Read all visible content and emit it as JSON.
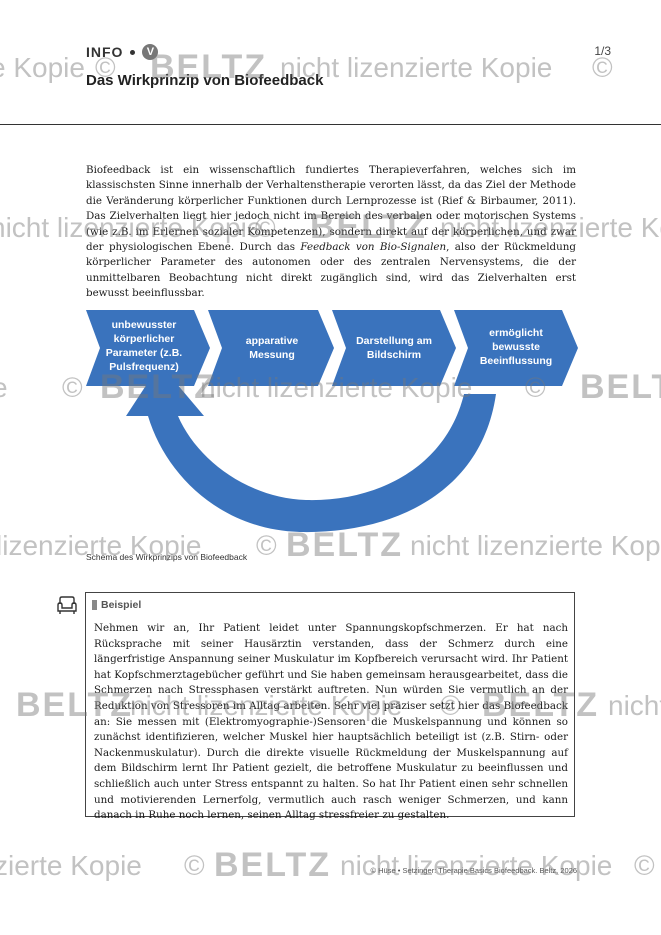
{
  "header": {
    "section": "INFO",
    "badge": "V",
    "page_number": "1/3",
    "title": "Das Wirkprinzip von Biofeedback"
  },
  "intro": {
    "p1": "Biofeedback ist ein wissenschaftlich fundiertes Therapieverfahren, welches sich im klassischsten Sinne innerhalb der Verhaltenstherapie verorten lässt, da das Ziel der Methode die Veränderung körperlicher Funktionen durch Lernprozesse ist (Rief & Birbaumer, 2011). Das Zielverhalten liegt hier jedoch nicht im Bereich des verbalen oder motorischen Systems (wie z.B. im Erlernen sozialer Kompetenzen), sondern direkt auf der körperlichen, und zwar der physiologischen Ebene. Durch das ",
    "em1": "Feedback von Bio-Signalen",
    "p2": ", also der Rückmeldung körperlicher Parameter des autonomen oder des zentralen Nervensystems, die der unmittelbaren Beobachtung nicht direkt zugänglich sind, wird das Zielverhalten erst bewusst beeinflussbar."
  },
  "diagram": {
    "steps": [
      {
        "label": "unbewusster körperlicher Parameter (z.B. Pulsfrequenz)"
      },
      {
        "label": "apparative Messung"
      },
      {
        "label": "Darstellung am Bildschirm"
      },
      {
        "label": "ermöglicht bewusste Beeinflussung"
      }
    ],
    "caption": "Schema des Wirkprinzips von Biofeedback",
    "colors": {
      "primary": "#3a73bd"
    }
  },
  "example": {
    "heading": "Beispiel",
    "icon": "armchair-icon",
    "body": "Nehmen wir an, Ihr Patient leidet unter Spannungskopfschmerzen. Er hat nach Rücksprache mit seiner Hausärztin verstanden, dass der Schmerz durch eine längerfristige Anspannung seiner Muskulatur im Kopfbereich verursacht wird. Ihr Patient hat Kopfschmerztagebücher geführt und Sie haben gemeinsam herausgearbeitet, dass die Schmerzen nach Stressphasen verstärkt auftreten. Nun würden Sie vermutlich an der Reduktion von Stressoren im Alltag arbeiten. Sehr viel präziser setzt hier das Biofeedback an: Sie messen mit (Elektromyographie-)Sensoren die Muskelspannung und können so zunächst identifizieren, welcher Muskel hier hauptsächlich beteiligt ist (z.B. Stirn- oder Nackenmuskulatur). Durch die direkte visuelle Rückmeldung der Muskelspannung auf dem Bildschirm lernt Ihr Patient gezielt, die betroffene Muskulatur zu beeinflussen und schließlich auch unter Stress entspannt zu halten. So hat Ihr Patient einen sehr schnellen und motivierenden Lernerfolg, vermutlich auch rasch weniger Schmerzen, und kann danach in Ruhe noch lernen, seinen Alltag stressfreier zu gestalten."
  },
  "footer": {
    "text": "© Hüse • Setzinger: Therapie Basics Biofeedback. Beltz, 2026"
  },
  "watermark": {
    "copy": "©",
    "brand": "BELTZ",
    "text1": "nicht lizenzierte Kopie",
    "text2": "e Kopie",
    "text3": "lizenzierte Kopie",
    "text4": "zierte Kopie",
    "text5": "nicht",
    "text6": "nicht lizenzierte Kopie",
    "text7": "e"
  }
}
